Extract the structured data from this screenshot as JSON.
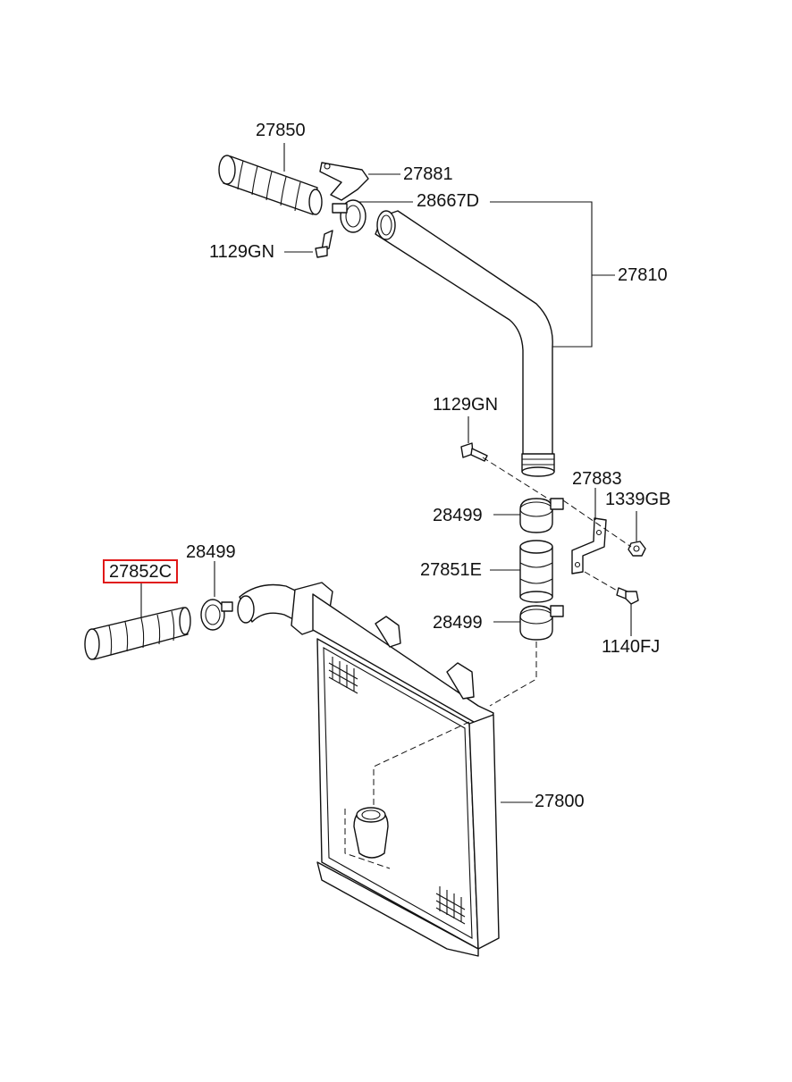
{
  "labels": {
    "p27850": "27850",
    "p27881": "27881",
    "p28667D": "28667D",
    "p1129GN_top": "1129GN",
    "p27810": "27810",
    "p1129GN_mid": "1129GN",
    "p27883": "27883",
    "p1339GB": "1339GB",
    "p28499_upper": "28499",
    "p27851E": "27851E",
    "p28499_lower": "28499",
    "p1140FJ": "1140FJ",
    "p27852C": "27852C",
    "p28499_left": "28499",
    "p27800": "27800"
  },
  "highlight_color": "#e01818",
  "highlighted_part": "27852C"
}
